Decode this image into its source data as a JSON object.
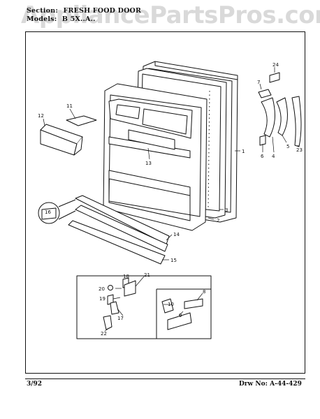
{
  "header": {
    "section_label": "Section:",
    "section_value": "FRESH FOOD DOOR",
    "model_label": "Models:",
    "model_value": "B 5X..A.."
  },
  "watermark": "AppliancePartsPros.com",
  "callouts": {
    "c1": "1",
    "c2": "2",
    "c3": "3",
    "c4": "4",
    "c5": "5",
    "c6": "6",
    "c7": "7",
    "c8": "8",
    "c9": "9",
    "c10": "10",
    "c11": "11",
    "c12": "12",
    "c13": "13",
    "c14": "14",
    "c15": "15",
    "c16": "16",
    "c17": "17",
    "c18": "18",
    "c19": "19",
    "c20": "20",
    "c21": "21",
    "c22": "22",
    "c23": "23",
    "c24": "24"
  },
  "footer": {
    "date": "3/92",
    "drawing_no": "Drw No: A-44-429"
  }
}
